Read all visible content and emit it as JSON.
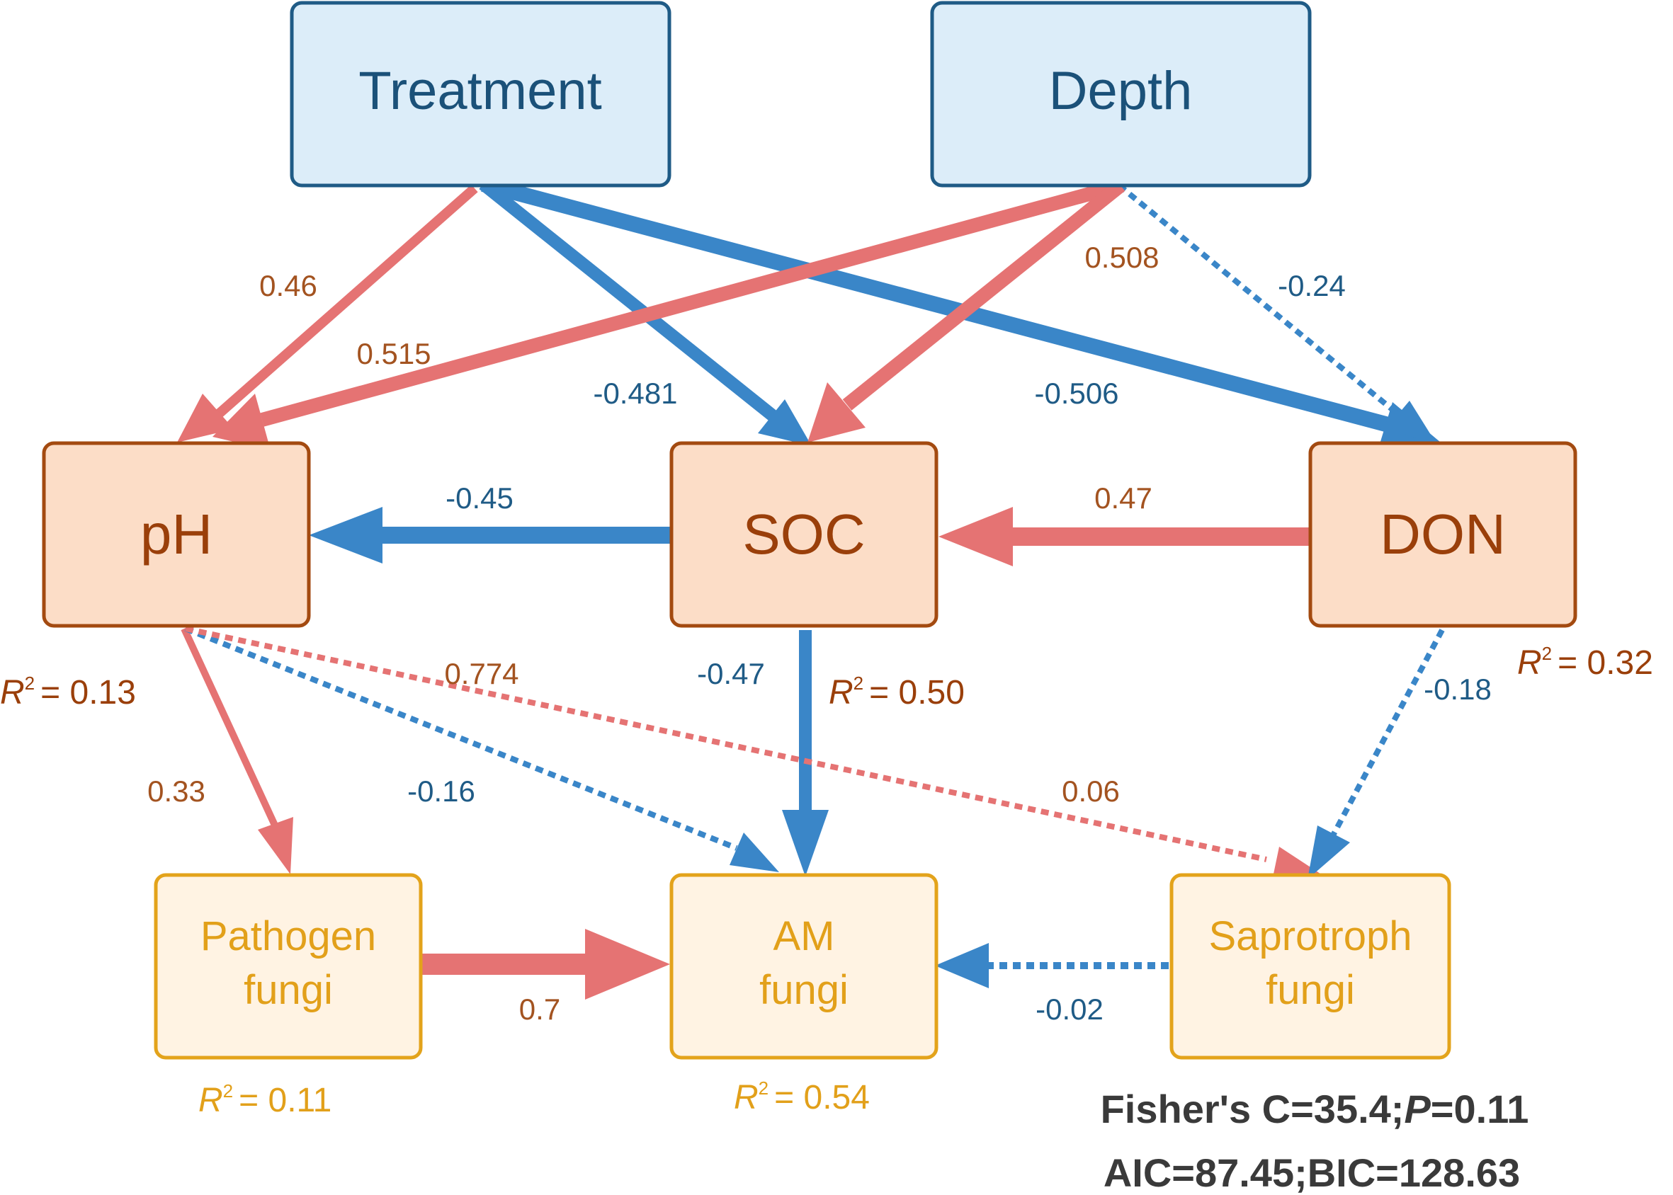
{
  "colors": {
    "positive": "#e57373",
    "negative": "#3a86c8",
    "top_fill": "#dcedf9",
    "top_stroke": "#1f5b86",
    "top_text": "#1b5179",
    "mid_fill": "#fcddc7",
    "mid_stroke": "#a34a10",
    "mid_text": "#9a3f0a",
    "bottom_fill": "#fff3e3",
    "bottom_stroke": "#e3a31b",
    "bottom_text": "#e2a01a",
    "pos_label": "#a35320",
    "neg_label": "#1f5b86"
  },
  "nodes": {
    "treatment": {
      "label": "Treatment"
    },
    "depth": {
      "label": "Depth"
    },
    "ph": {
      "label": "pH"
    },
    "soc": {
      "label": "SOC"
    },
    "don": {
      "label": "DON"
    },
    "pathogen": {
      "line1": "Pathogen",
      "line2": "fungi"
    },
    "am": {
      "line1": "AM",
      "line2": "fungi"
    },
    "saprotroph": {
      "line1": "Saprotroph",
      "line2": "fungi"
    }
  },
  "paths": [
    {
      "id": "treatment-ph",
      "from": "Treatment",
      "to": "pH",
      "coef": "0.46",
      "sign": "positive",
      "significant": true
    },
    {
      "id": "treatment-soc",
      "from": "Treatment",
      "to": "SOC",
      "coef": "-0.481",
      "sign": "negative",
      "significant": true
    },
    {
      "id": "treatment-don",
      "from": "Treatment",
      "to": "DON",
      "coef": "-0.506",
      "sign": "negative",
      "significant": true
    },
    {
      "id": "depth-ph",
      "from": "Depth",
      "to": "pH",
      "coef": "0.515",
      "sign": "positive",
      "significant": true
    },
    {
      "id": "depth-soc",
      "from": "Depth",
      "to": "SOC",
      "coef": "0.508",
      "sign": "positive",
      "significant": true
    },
    {
      "id": "depth-don",
      "from": "Depth",
      "to": "DON",
      "coef": "-0.24",
      "sign": "negative",
      "significant": false
    },
    {
      "id": "soc-ph",
      "from": "SOC",
      "to": "pH",
      "coef": "-0.45",
      "sign": "negative",
      "significant": true
    },
    {
      "id": "don-soc",
      "from": "DON",
      "to": "SOC",
      "coef": "0.47",
      "sign": "positive",
      "significant": true
    },
    {
      "id": "ph-pathogen",
      "from": "pH",
      "to": "Pathogen fungi",
      "coef": "0.33",
      "sign": "positive",
      "significant": true
    },
    {
      "id": "ph-am",
      "from": "pH",
      "to": "AM fungi",
      "coef": "-0.16",
      "sign": "negative",
      "significant": false
    },
    {
      "id": "ph-saprotroph",
      "from": "pH",
      "to": "Saprotroph fungi",
      "coef": "0.06",
      "sign": "positive",
      "significant": false
    },
    {
      "id": "soc-am",
      "from": "SOC",
      "to": "AM fungi",
      "coef": "-0.47",
      "sign": "negative",
      "significant": true
    },
    {
      "id": "don-saprotroph",
      "from": "DON",
      "to": "Saprotroph fungi",
      "coef": "-0.18",
      "sign": "negative",
      "significant": false
    },
    {
      "id": "pathogen-am",
      "from": "Pathogen fungi",
      "to": "AM fungi",
      "coef": "0.7",
      "sign": "positive",
      "significant": true
    },
    {
      "id": "saprotroph-am",
      "from": "Saprotroph fungi",
      "to": "AM fungi",
      "coef": "-0.02",
      "sign": "negative",
      "significant": false
    }
  ],
  "extra_labels": {
    "ph_extra": "0.774"
  },
  "r2": {
    "ph": "= 0.13",
    "soc": "= 0.50",
    "don": "= 0.32",
    "pathogen": "= 0.11",
    "am": "= 0.54",
    "letter": "R",
    "sup": "2"
  },
  "fit": {
    "line1_prefix": "Fisher's C=35.4;",
    "line1_p": "P",
    "line1_suffix": "=0.11",
    "line2": "AIC=87.45;BIC=128.63"
  }
}
